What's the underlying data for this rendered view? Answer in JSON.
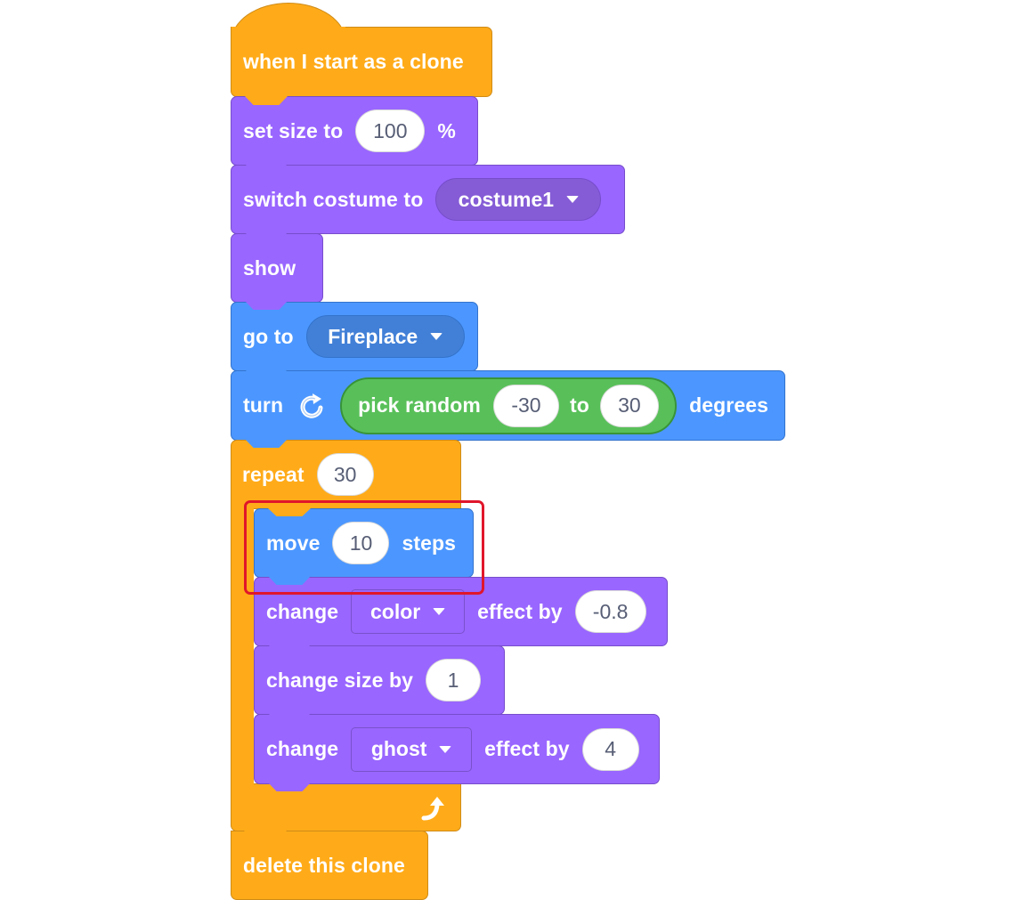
{
  "colors": {
    "control": "#ffab19",
    "looks": "#9966ff",
    "motion": "#4c97ff",
    "operators": "#59c059",
    "highlight": "#e0162b"
  },
  "blocks": {
    "hat": {
      "label": "when I start as a clone"
    },
    "set_size": {
      "label": "set size to",
      "value": "100",
      "unit": "%"
    },
    "switch_costume": {
      "label": "switch costume to",
      "option": "costume1"
    },
    "show": {
      "label": "show"
    },
    "go_to": {
      "label": "go to",
      "option": "Fireplace"
    },
    "turn": {
      "label": "turn",
      "icon": "rotate-clockwise-icon",
      "reporter": {
        "label": "pick random",
        "from": "-30",
        "to_label": "to",
        "to": "30"
      },
      "unit": "degrees"
    },
    "repeat": {
      "label": "repeat",
      "count": "30",
      "icon": "loop-arrow-icon"
    },
    "move": {
      "label": "move",
      "value": "10",
      "unit": "steps"
    },
    "change_color": {
      "label": "change",
      "option": "color",
      "suffix": "effect by",
      "value": "-0.8"
    },
    "change_size": {
      "label": "change size by",
      "value": "1"
    },
    "change_ghost": {
      "label": "change",
      "option": "ghost",
      "suffix": "effect by",
      "value": "4"
    },
    "delete_clone": {
      "label": "delete this clone"
    }
  }
}
